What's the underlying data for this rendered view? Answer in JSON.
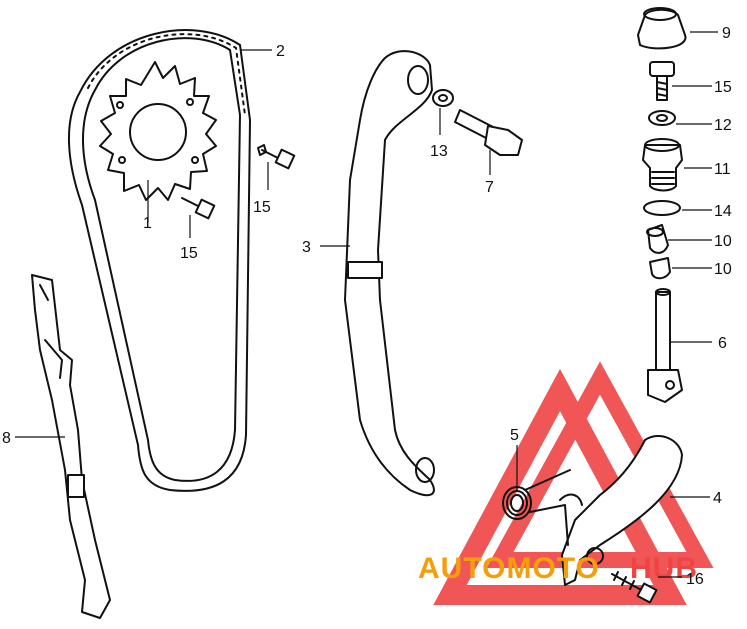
{
  "diagram": {
    "parts": [
      {
        "id": "p1",
        "label": "1",
        "name": "cam-sprocket"
      },
      {
        "id": "p2",
        "label": "2",
        "name": "cam-chain"
      },
      {
        "id": "p3",
        "label": "3",
        "name": "tensioner-slipper"
      },
      {
        "id": "p4",
        "label": "4",
        "name": "tensioner-arm"
      },
      {
        "id": "p5",
        "label": "5",
        "name": "tensioner-spring"
      },
      {
        "id": "p6",
        "label": "6",
        "name": "tensioner-push-rod"
      },
      {
        "id": "p7",
        "label": "7",
        "name": "pivot-bolt"
      },
      {
        "id": "p8",
        "label": "8",
        "name": "chain-guide"
      },
      {
        "id": "p9",
        "label": "9",
        "name": "sealing-cap"
      },
      {
        "id": "p10a",
        "label": "10",
        "name": "collar-upper"
      },
      {
        "id": "p10b",
        "label": "10",
        "name": "collar-lower"
      },
      {
        "id": "p11",
        "label": "11",
        "name": "tensioner-holder"
      },
      {
        "id": "p12",
        "label": "12",
        "name": "washer"
      },
      {
        "id": "p13",
        "label": "13",
        "name": "washer"
      },
      {
        "id": "p14",
        "label": "14",
        "name": "o-ring"
      },
      {
        "id": "p15a",
        "label": "15",
        "name": "bolt-cap"
      },
      {
        "id": "p15b",
        "label": "15",
        "name": "bolt-middle"
      },
      {
        "id": "p15c",
        "label": "15",
        "name": "bolt-sprocket"
      },
      {
        "id": "p16",
        "label": "16",
        "name": "bolt-arm"
      }
    ]
  },
  "watermark": {
    "text_part1": "AUTOMOTO",
    "text_part2": "HUB",
    "color_red": "#ef4444",
    "color_orange": "#f59e0b"
  }
}
